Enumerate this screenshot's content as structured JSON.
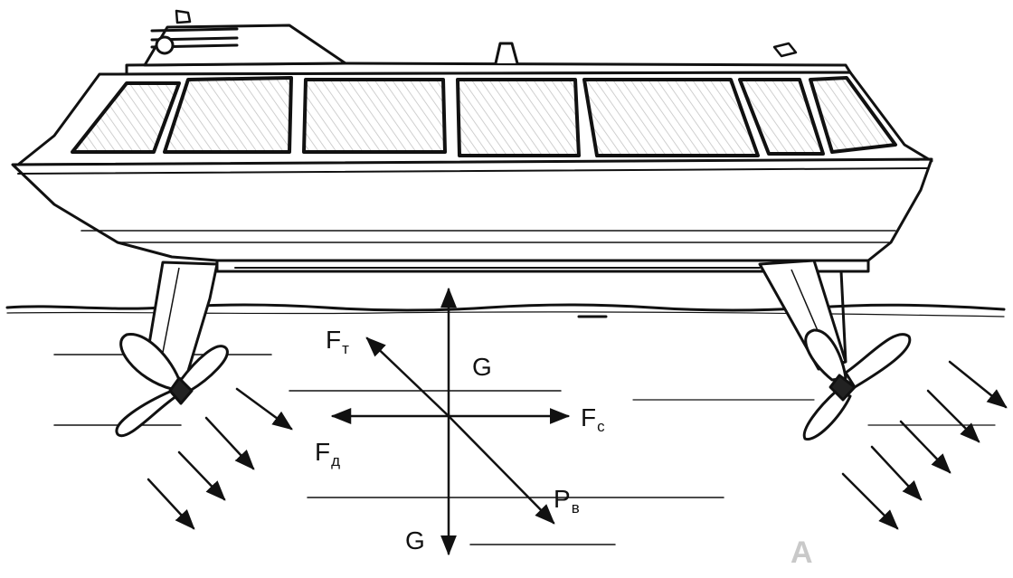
{
  "diagram": {
    "forces": {
      "g_top": {
        "main": "G"
      },
      "g_bottom": {
        "main": "G"
      },
      "ft": {
        "main": "F",
        "sub": "т"
      },
      "fc": {
        "main": "F",
        "sub": "c"
      },
      "fd": {
        "main": "F",
        "sub": "д"
      },
      "pv": {
        "main": "P",
        "sub": "в"
      }
    },
    "corner_mark": "A"
  }
}
